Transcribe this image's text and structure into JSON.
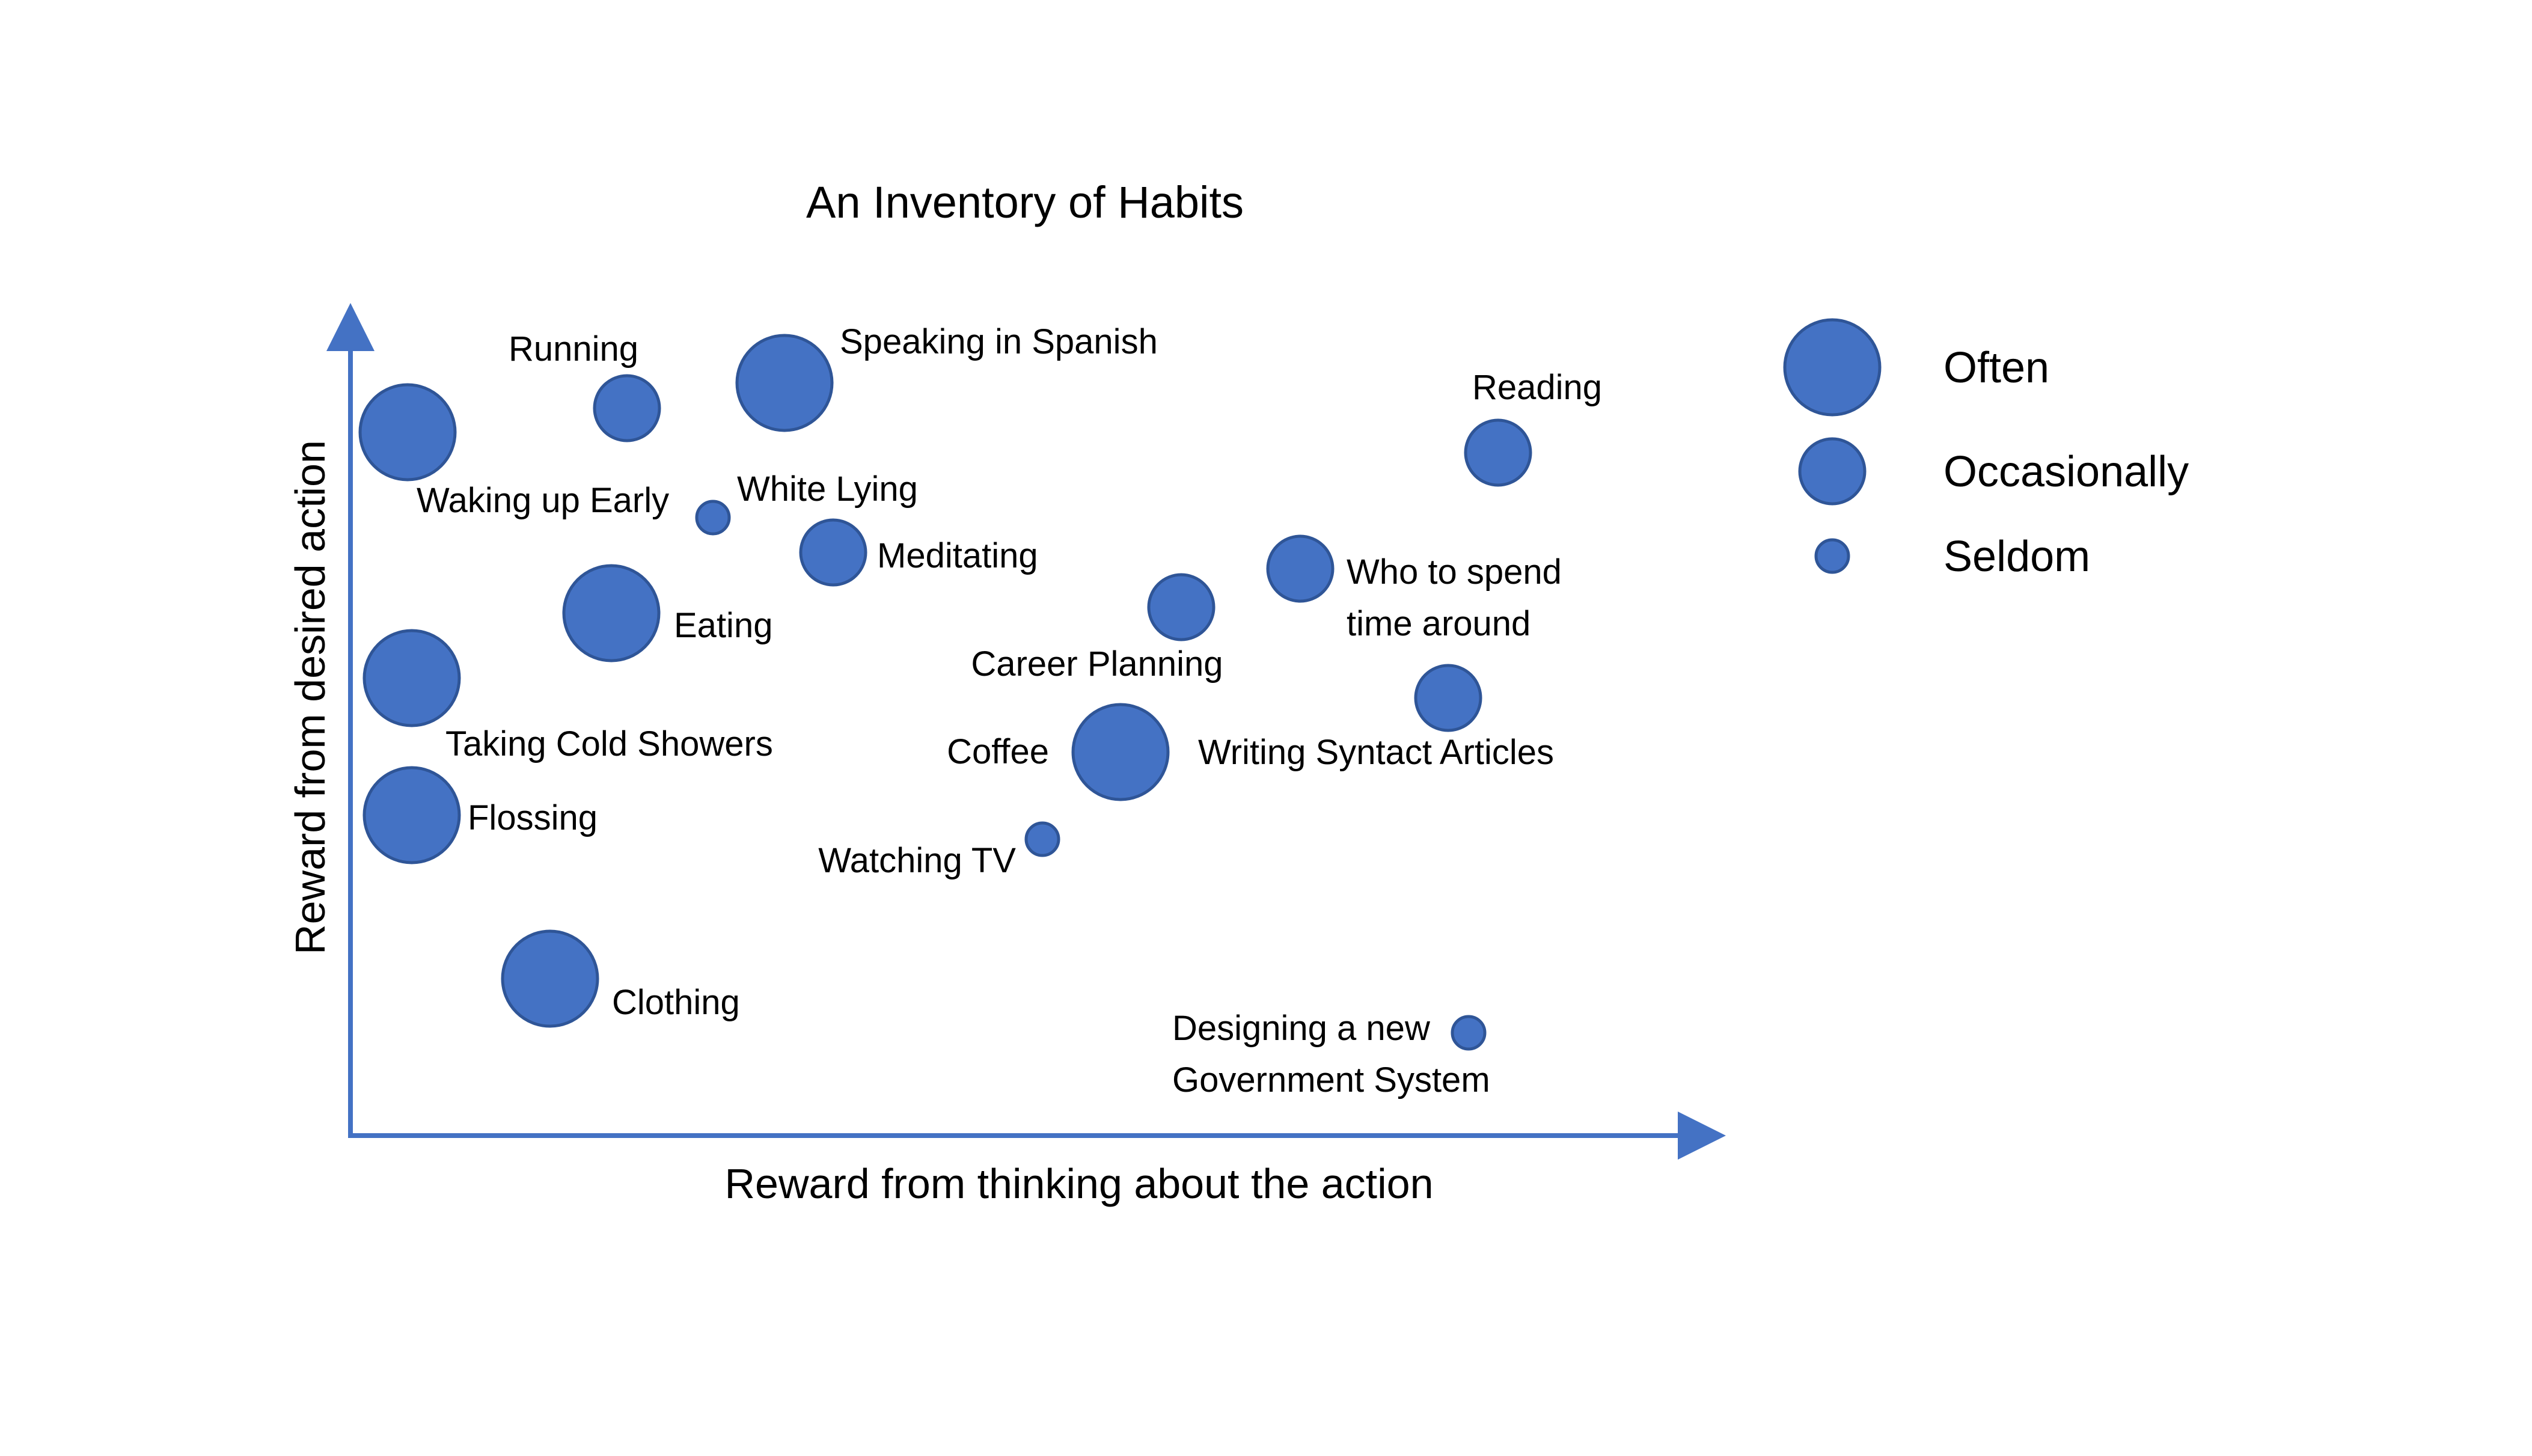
{
  "chart_data": {
    "type": "scatter",
    "title": "An Inventory of Habits",
    "xlabel": "Reward from thinking about the action",
    "ylabel": "Reward from desired action",
    "grid": false,
    "legend_position": "right",
    "accent_color": "#4472C4",
    "border_color": "#2F5597",
    "legend": [
      {
        "key": "often",
        "label": "Often"
      },
      {
        "key": "occasionally",
        "label": "Occasionally"
      },
      {
        "key": "seldom",
        "label": "Seldom"
      }
    ],
    "points": [
      {
        "name": "Waking up Early",
        "frequency": "often"
      },
      {
        "name": "Running",
        "frequency": "occasionally"
      },
      {
        "name": "Speaking in Spanish",
        "frequency": "often"
      },
      {
        "name": "White Lying",
        "frequency": "seldom"
      },
      {
        "name": "Meditating",
        "frequency": "occasionally"
      },
      {
        "name": "Eating",
        "frequency": "often"
      },
      {
        "name": "Taking Cold Showers",
        "frequency": "often"
      },
      {
        "name": "Flossing",
        "frequency": "often"
      },
      {
        "name": "Clothing",
        "frequency": "often"
      },
      {
        "name": "Reading",
        "frequency": "occasionally"
      },
      {
        "name": "Career Planning",
        "frequency": "occasionally"
      },
      {
        "name": "Who to spend time around",
        "frequency": "occasionally"
      },
      {
        "name": "Writing Syntact Articles",
        "frequency": "occasionally"
      },
      {
        "name": "Coffee",
        "frequency": "often"
      },
      {
        "name": "Watching TV",
        "frequency": "seldom"
      },
      {
        "name": "Designing a new Government System",
        "frequency": "seldom"
      }
    ]
  }
}
